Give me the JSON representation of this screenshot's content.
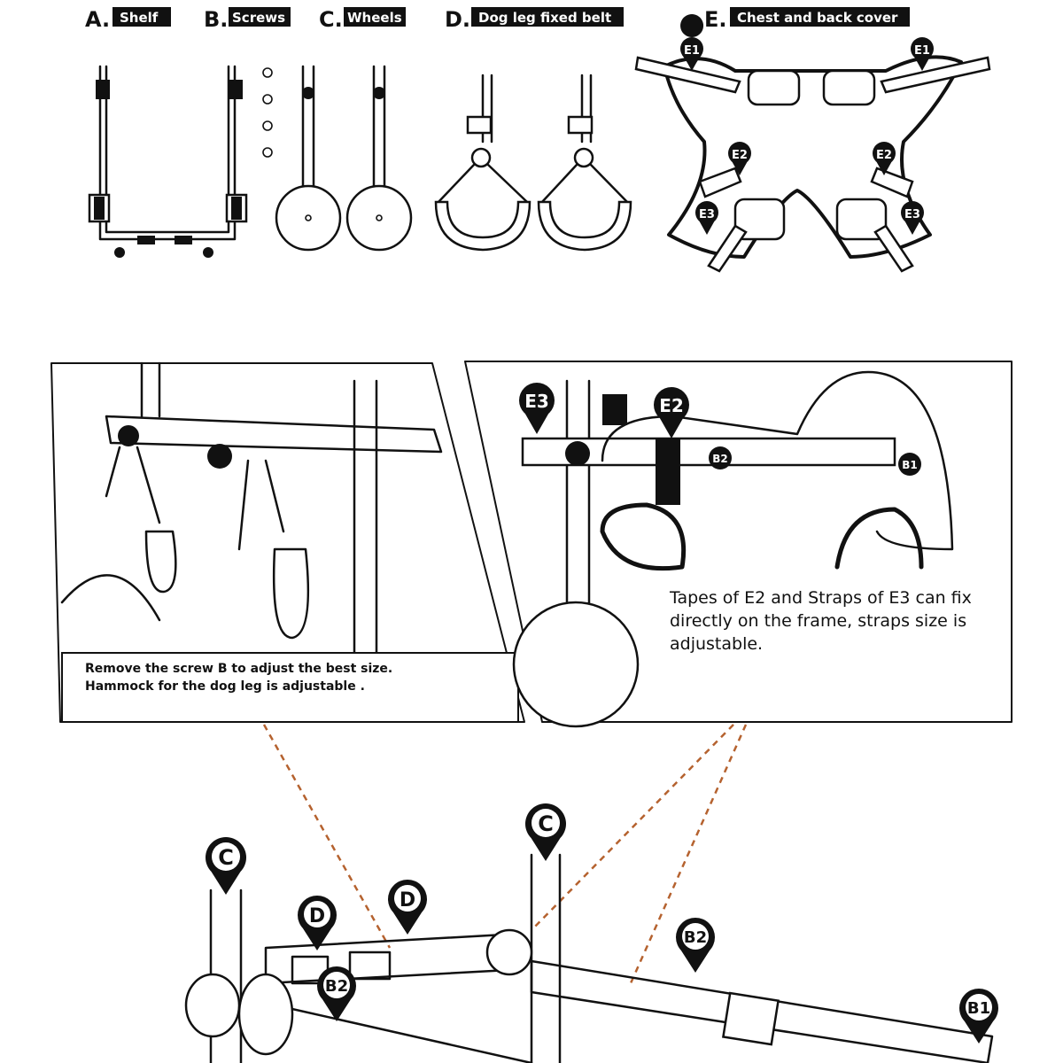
{
  "parts": [
    {
      "letter": "A.",
      "name": "Shelf"
    },
    {
      "letter": "B.",
      "name": "Screws"
    },
    {
      "letter": "C.",
      "name": "Wheels"
    },
    {
      "letter": "D.",
      "name": "Dog leg fixed belt"
    },
    {
      "letter": "E.",
      "name": "Chest and back cover"
    }
  ],
  "cover_labels": {
    "e1": "E1",
    "e2": "E2",
    "e3": "E3"
  },
  "left_panel": {
    "caption_line1": "Remove the screw B to adjust the best size.",
    "caption_line2": "Hammock for the dog leg is adjustable ."
  },
  "right_panel": {
    "caption": "Tapes of E2 and Straps of E3 can fix directly on the frame, straps size is adjustable.",
    "markers": {
      "e3": "E3",
      "e2": "E2",
      "b2": "B2",
      "b1": "B1"
    }
  },
  "assembly_markers": {
    "c": "C",
    "d": "D",
    "b2": "B2",
    "b1": "B1"
  },
  "colors": {
    "ink": "#111111",
    "leader_line": "#b5622f"
  }
}
